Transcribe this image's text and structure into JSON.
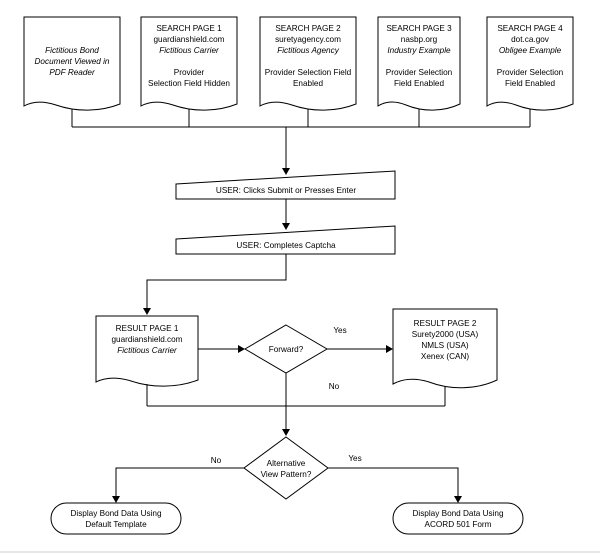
{
  "nodes": {
    "pdf_doc": {
      "lines": [
        "Fictitious Bond",
        "Document Viewed in",
        "PDF Reader"
      ]
    },
    "search1": {
      "title": "SEARCH PAGE 1",
      "domain": "guardianshield.com",
      "note": "Fictitious Carrier",
      "desc": [
        "Provider",
        "Selection Field Hidden"
      ]
    },
    "search2": {
      "title": "SEARCH PAGE 2",
      "domain": "suretyagency.com",
      "note": "Fictitious Agency",
      "desc": [
        "Provider Selection Field",
        "Enabled"
      ]
    },
    "search3": {
      "title": "SEARCH PAGE 3",
      "domain": "nasbp.org",
      "note": "Industry Example",
      "desc": [
        "Provider Selection",
        "Field Enabled"
      ]
    },
    "search4": {
      "title": "SEARCH PAGE 4",
      "domain": "dot.ca.gov",
      "note": "Obligee Example",
      "desc": [
        "Provider Selection",
        "Field Enabled"
      ]
    },
    "submit": {
      "text": "USER: Clicks Submit or Presses Enter"
    },
    "captcha": {
      "text": "USER: Completes Captcha"
    },
    "result1": {
      "title": "RESULT PAGE 1",
      "domain": "guardianshield.com",
      "note": "Fictitious Carrier"
    },
    "forward": {
      "text": "Forward?"
    },
    "result2": {
      "title": "RESULT PAGE 2",
      "lines": [
        "Surety2000 (USA)",
        "NMLS (USA)",
        "Xenex (CAN)"
      ]
    },
    "altview": {
      "lines": [
        "Alternative",
        "View Pattern?"
      ]
    },
    "default_tpl": {
      "lines": [
        "Display Bond Data Using",
        "Default Template"
      ]
    },
    "acord": {
      "lines": [
        "Display Bond Data Using",
        "ACORD 501 Form"
      ]
    }
  },
  "edge_labels": {
    "forward_yes": "Yes",
    "forward_no": "No",
    "alt_no": "No",
    "alt_yes": "Yes"
  }
}
